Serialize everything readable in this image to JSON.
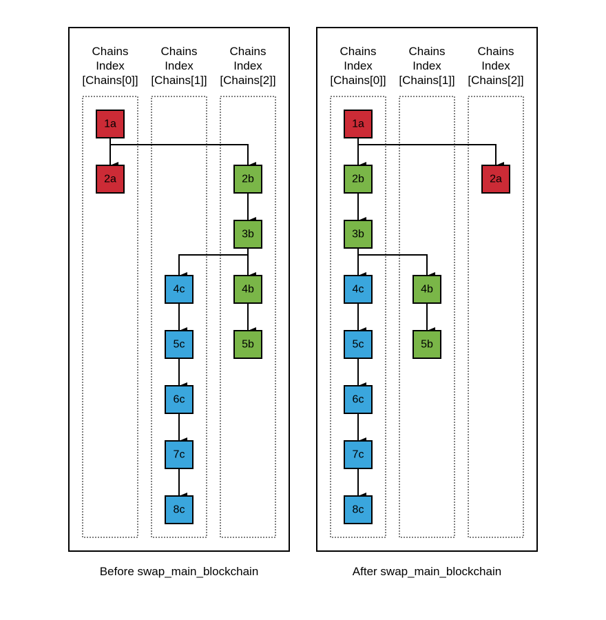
{
  "colors": {
    "red": "#cc2b36",
    "green": "#7ab648",
    "blue": "#3aa6dd",
    "border": "#000000"
  },
  "panels": [
    {
      "caption": "Before swap_main_blockchain",
      "columns": [
        {
          "line1": "Chains",
          "line2": "Index",
          "line3": "[Chains[0]]"
        },
        {
          "line1": "Chains",
          "line2": "Index",
          "line3": "[Chains[1]]"
        },
        {
          "line1": "Chains",
          "line2": "Index",
          "line3": "[Chains[2]]"
        }
      ],
      "nodes": [
        {
          "id": "1a",
          "col": 0,
          "row": 0,
          "color": "red"
        },
        {
          "id": "2a",
          "col": 0,
          "row": 1,
          "color": "red"
        },
        {
          "id": "2b",
          "col": 2,
          "row": 1,
          "color": "green"
        },
        {
          "id": "3b",
          "col": 2,
          "row": 2,
          "color": "green"
        },
        {
          "id": "4b",
          "col": 2,
          "row": 3,
          "color": "green"
        },
        {
          "id": "5b",
          "col": 2,
          "row": 4,
          "color": "green"
        },
        {
          "id": "4c",
          "col": 1,
          "row": 3,
          "color": "blue"
        },
        {
          "id": "5c",
          "col": 1,
          "row": 4,
          "color": "blue"
        },
        {
          "id": "6c",
          "col": 1,
          "row": 5,
          "color": "blue"
        },
        {
          "id": "7c",
          "col": 1,
          "row": 6,
          "color": "blue"
        },
        {
          "id": "8c",
          "col": 1,
          "row": 7,
          "color": "blue"
        }
      ],
      "edges": [
        [
          "1a",
          "2a"
        ],
        [
          "1a",
          "2b"
        ],
        [
          "2b",
          "3b"
        ],
        [
          "3b",
          "4c"
        ],
        [
          "3b",
          "4b"
        ],
        [
          "4b",
          "5b"
        ],
        [
          "4c",
          "5c"
        ],
        [
          "5c",
          "6c"
        ],
        [
          "6c",
          "7c"
        ],
        [
          "7c",
          "8c"
        ]
      ]
    },
    {
      "caption": "After swap_main_blockchain",
      "columns": [
        {
          "line1": "Chains",
          "line2": "Index",
          "line3": "[Chains[0]]"
        },
        {
          "line1": "Chains",
          "line2": "Index",
          "line3": "[Chains[1]]"
        },
        {
          "line1": "Chains",
          "line2": "Index",
          "line3": "[Chains[2]]"
        }
      ],
      "nodes": [
        {
          "id": "1a",
          "col": 0,
          "row": 0,
          "color": "red"
        },
        {
          "id": "2b",
          "col": 0,
          "row": 1,
          "color": "green"
        },
        {
          "id": "3b",
          "col": 0,
          "row": 2,
          "color": "green"
        },
        {
          "id": "4c",
          "col": 0,
          "row": 3,
          "color": "blue"
        },
        {
          "id": "5c",
          "col": 0,
          "row": 4,
          "color": "blue"
        },
        {
          "id": "6c",
          "col": 0,
          "row": 5,
          "color": "blue"
        },
        {
          "id": "7c",
          "col": 0,
          "row": 6,
          "color": "blue"
        },
        {
          "id": "8c",
          "col": 0,
          "row": 7,
          "color": "blue"
        },
        {
          "id": "4b",
          "col": 1,
          "row": 3,
          "color": "green"
        },
        {
          "id": "5b",
          "col": 1,
          "row": 4,
          "color": "green"
        },
        {
          "id": "2a",
          "col": 2,
          "row": 1,
          "color": "red"
        }
      ],
      "edges": [
        [
          "1a",
          "2b"
        ],
        [
          "1a",
          "2a"
        ],
        [
          "2b",
          "3b"
        ],
        [
          "3b",
          "4c"
        ],
        [
          "3b",
          "4b"
        ],
        [
          "4b",
          "5b"
        ],
        [
          "4c",
          "5c"
        ],
        [
          "5c",
          "6c"
        ],
        [
          "6c",
          "7c"
        ],
        [
          "7c",
          "8c"
        ]
      ]
    }
  ]
}
